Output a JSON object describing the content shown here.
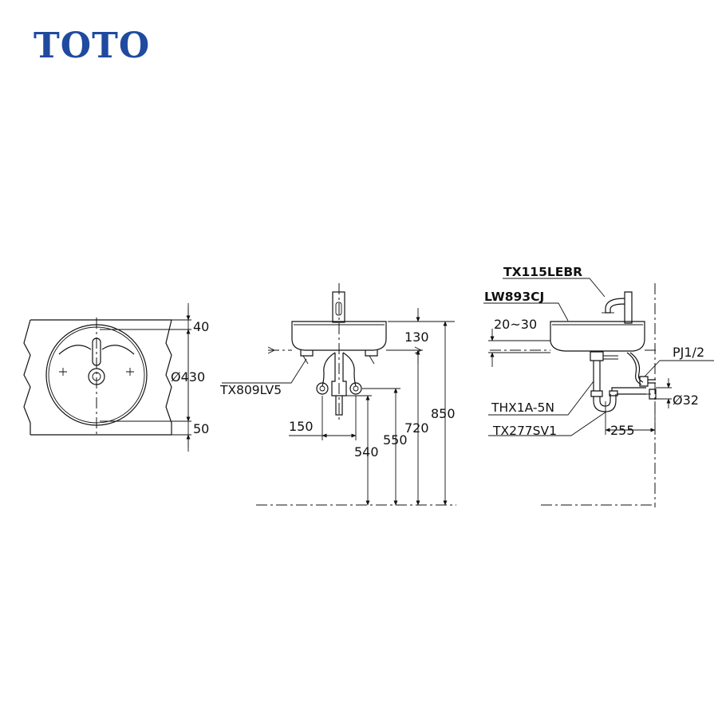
{
  "brand": {
    "logo_text": "TOTO",
    "logo_color": "#1f4aa0"
  },
  "top_view": {
    "dim_rear": "40",
    "dim_diameter": "Ø430",
    "dim_front": "50"
  },
  "front_view": {
    "dim_bowl_height": "130",
    "dim_total_height": "850",
    "dim_rim_to_floor": "720",
    "dim_supply_height": "550",
    "dim_drain_height": "540",
    "dim_supply_spacing": "150",
    "label_supply": "TX809LV5"
  },
  "side_view": {
    "label_faucet": "TX115LEBR",
    "label_basin": "LW893CJ",
    "dim_counter_thickness": "20~30",
    "label_supply_thread": "PJ1/2",
    "label_drain_diameter": "Ø32",
    "label_drain_fitting": "THX1A-5N",
    "label_trap": "TX277SV1",
    "dim_trap_offset": "255"
  }
}
